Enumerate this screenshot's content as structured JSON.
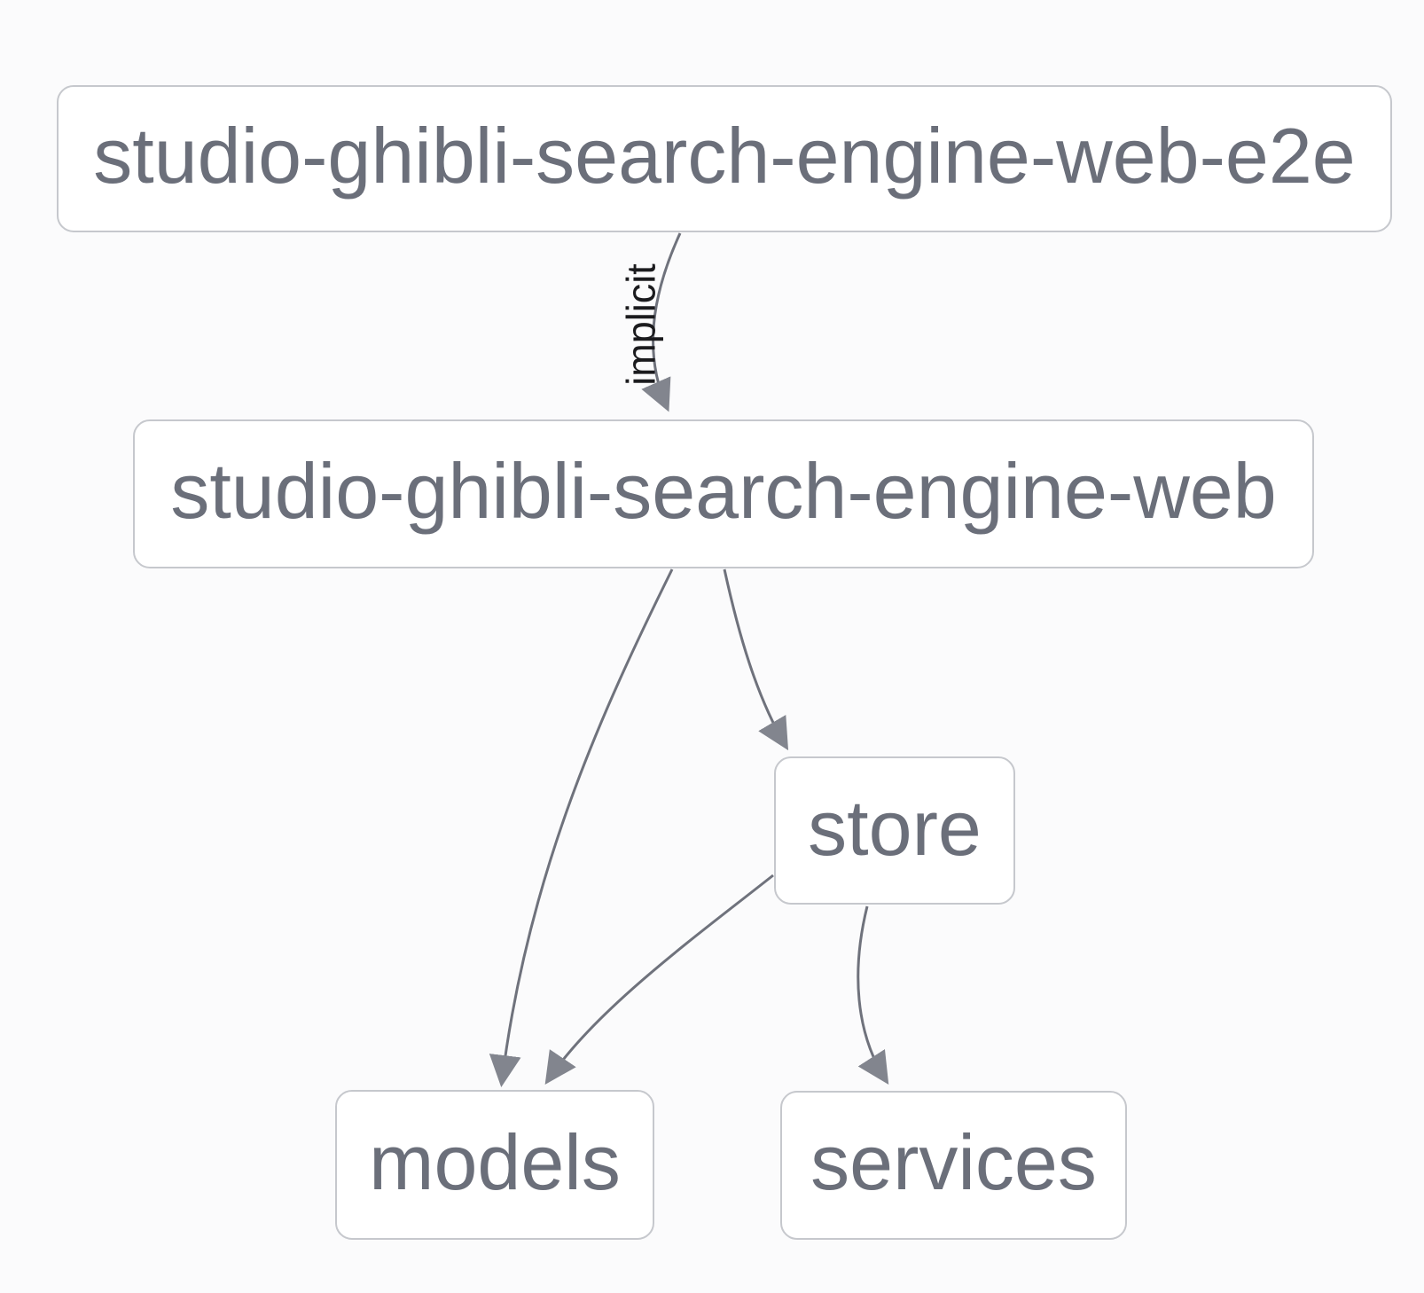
{
  "diagram": {
    "type": "dependency-graph",
    "nodes": [
      {
        "id": "studio-ghibli-search-engine-web-e2e",
        "label": "studio-ghibli-search-engine-web-e2e"
      },
      {
        "id": "studio-ghibli-search-engine-web",
        "label": "studio-ghibli-search-engine-web"
      },
      {
        "id": "store",
        "label": "store"
      },
      {
        "id": "models",
        "label": "models"
      },
      {
        "id": "services",
        "label": "services"
      }
    ],
    "edges": [
      {
        "from": "studio-ghibli-search-engine-web-e2e",
        "to": "studio-ghibli-search-engine-web",
        "label": "implicit"
      },
      {
        "from": "studio-ghibli-search-engine-web",
        "to": "models",
        "label": ""
      },
      {
        "from": "studio-ghibli-search-engine-web",
        "to": "store",
        "label": ""
      },
      {
        "from": "store",
        "to": "models",
        "label": ""
      },
      {
        "from": "store",
        "to": "services",
        "label": ""
      }
    ],
    "colors": {
      "background": "#fbfbfc",
      "node_fill": "#ffffff",
      "node_border": "#c6c8cd",
      "node_text": "#6b6f7a",
      "edge": "#6f727c",
      "arrow": "#82858e",
      "edge_label_text": "#1b1b1e"
    }
  }
}
